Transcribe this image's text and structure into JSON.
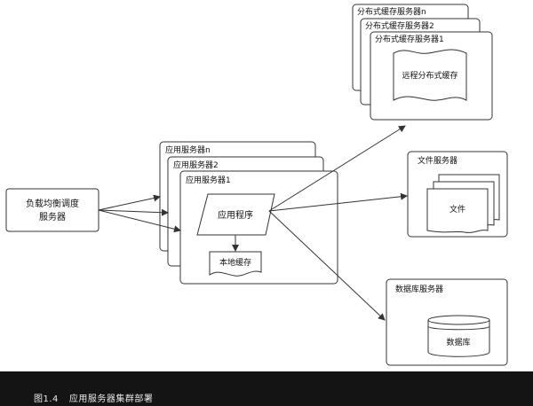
{
  "diagram": {
    "load_balancer": {
      "line1": "负载均衡调度",
      "line2": "服务器"
    },
    "app_servers": {
      "stack_n": "应用服务器n",
      "stack_2": "应用服务器2",
      "stack_1": "应用服务器1"
    },
    "app_program": "应用程序",
    "local_cache": "本地缓存",
    "distributed_cache": {
      "stack_n": "分布式缓存服务器n",
      "stack_2": "分布式缓存服务器2",
      "stack_1": "分布式缓存服务器1",
      "content": "远程分布式缓存"
    },
    "file_server": {
      "title": "文件服务器",
      "content": "文件"
    },
    "db_server": {
      "title": "数据库服务器",
      "content": "数据库"
    }
  },
  "caption": {
    "number": "图1.4",
    "text": "应用服务器集群部署"
  }
}
